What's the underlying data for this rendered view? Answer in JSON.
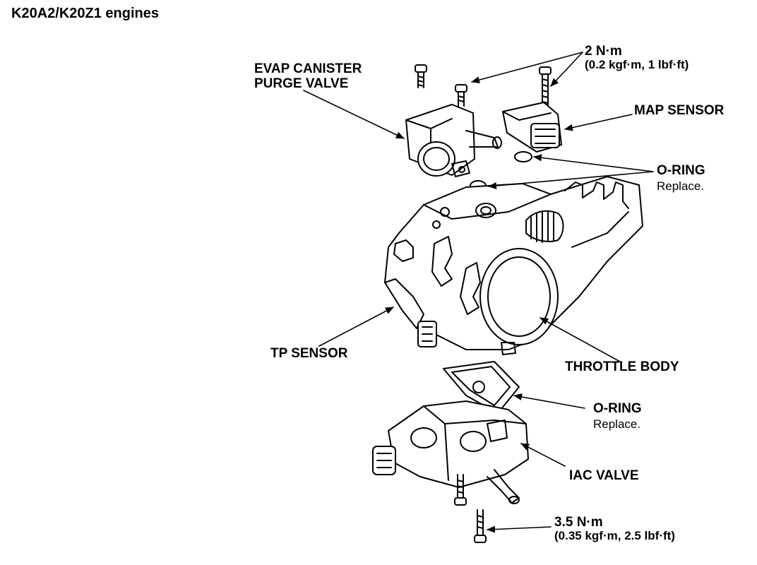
{
  "title": "K20A2/K20Z1 engines",
  "labels": {
    "torque_top_value": "2 N·m",
    "torque_top_spec": "(0.2 kgf·m, 1 lbf·ft)",
    "evap_line1": "EVAP CANISTER",
    "evap_line2": "PURGE VALVE",
    "map_sensor": "MAP SENSOR",
    "oring_top": "O-RING",
    "oring_top_note": "Replace.",
    "tp_sensor": "TP SENSOR",
    "throttle_body": "THROTTLE BODY",
    "oring_bottom": "O-RING",
    "oring_bottom_note": "Replace.",
    "iac_valve": "IAC VALVE",
    "torque_bottom_value": "3.5 N·m",
    "torque_bottom_spec": "(0.35 kgf·m, 2.5 lbf·ft)"
  }
}
